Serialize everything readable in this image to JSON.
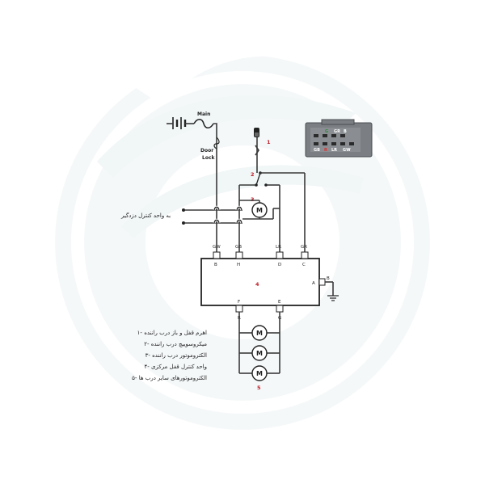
{
  "labels": {
    "main_fuse": "Main",
    "door_lock_line1": "Door",
    "door_lock_line2": "Lock",
    "remote_control": "به واحد کنترل دزدگیر"
  },
  "components": {
    "c1": "1",
    "c2": "2",
    "c3": "3",
    "c4": "4",
    "c5": "5"
  },
  "symbols": {
    "motor": "M"
  },
  "wires": {
    "gw": "GW",
    "gb": "GB",
    "lr": "LR",
    "gr": "GR",
    "b": "B",
    "r": "R",
    "g": "G"
  },
  "pins": {
    "a": "A",
    "b": "B",
    "c": "C",
    "d": "D",
    "e": "E",
    "f": "F",
    "h": "H"
  },
  "connector": {
    "top": [
      "G",
      "GR",
      "B"
    ],
    "bottom": [
      "GB",
      "R",
      "LR",
      "GW"
    ]
  },
  "legend": [
    "۱- اهرم قفل و باز درب راننده",
    "۲- میکروسوییچ درب راننده",
    "۳- الکتروموتور درب راننده",
    "۴- واحد کنترل قفل مرکزی",
    "۵- الکتروموتورهای سایر درب ها"
  ],
  "colors": {
    "accent_red": "#c0202a",
    "wire": "#3a3a3a",
    "watermark": "#eef4f5"
  }
}
